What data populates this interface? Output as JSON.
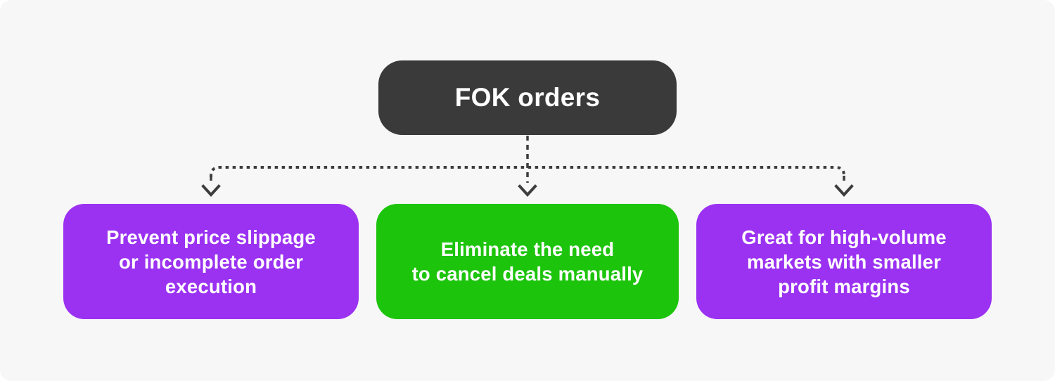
{
  "colors": {
    "background": "#F7F7F7",
    "root-box": "#3A3A3A",
    "purple-box": "#9B32F2",
    "green-box": "#1CC40C",
    "connector": "#3D3D3D",
    "text": "#FFFFFF"
  },
  "diagram": {
    "root": {
      "label": "FOK orders"
    },
    "branches": [
      {
        "id": "benefit-slippage",
        "color": "purple",
        "lines": [
          "Prevent price slippage",
          "or incomplete order",
          "execution"
        ]
      },
      {
        "id": "benefit-cancel",
        "color": "green",
        "lines": [
          "Eliminate the need",
          "to cancel deals manually"
        ]
      },
      {
        "id": "benefit-volume",
        "color": "purple",
        "lines": [
          "Great for high-volume",
          "markets with smaller",
          "profit margins"
        ]
      }
    ]
  }
}
